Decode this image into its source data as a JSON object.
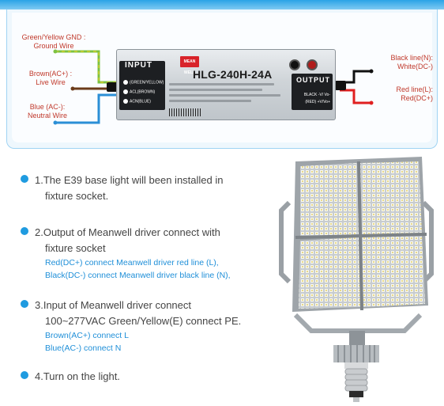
{
  "wiring": {
    "gnd_label": "Green/Yellow GND :\nGround Wire",
    "live_label": "Brown(AC+)  :\nLive Wire",
    "neutral_label": "Blue (AC-):\nNeutral Wire",
    "black_label": "Black line(N):\nWhite(DC-)",
    "red_label": "Red line(L):\nRed(DC+)",
    "colors": {
      "gnd": "#7dc242",
      "live": "#6b3b1a",
      "neutral": "#2b8fd6",
      "black": "#111111",
      "red": "#e02020"
    }
  },
  "driver": {
    "input_header": "INPUT",
    "output_header": "OUTPUT",
    "model": "HLG-240H-24A",
    "brand_logo_text": "MEAN WELL",
    "pins_in": [
      "(GREEN/YELLOW)",
      "ACL(BROWN)",
      "ACN(BLUE)"
    ],
    "pins_out": [
      "BLACK -V/ Vo-",
      "(RED) +V/Vo+"
    ]
  },
  "steps": [
    {
      "lines": [
        "1.The E39 base light will been installed in",
        "fixture socket."
      ],
      "sub": []
    },
    {
      "lines": [
        "2.Output of Meanwell driver connect with",
        "fixture socket"
      ],
      "sub": [
        "Red(DC+) connect Meanwell driver red line (L),",
        "Black(DC-) connect Meanwell driver black line (N),"
      ]
    },
    {
      "lines": [
        "3.Input of Meanwell driver connect",
        "100~277VAC Green/Yellow(E) connect PE."
      ],
      "sub": [
        "Brown(AC+) connect L",
        "Blue(AC-) connect N"
      ]
    },
    {
      "lines": [
        "4.Turn on the light."
      ],
      "sub": []
    }
  ],
  "accent": "#1f9be0"
}
